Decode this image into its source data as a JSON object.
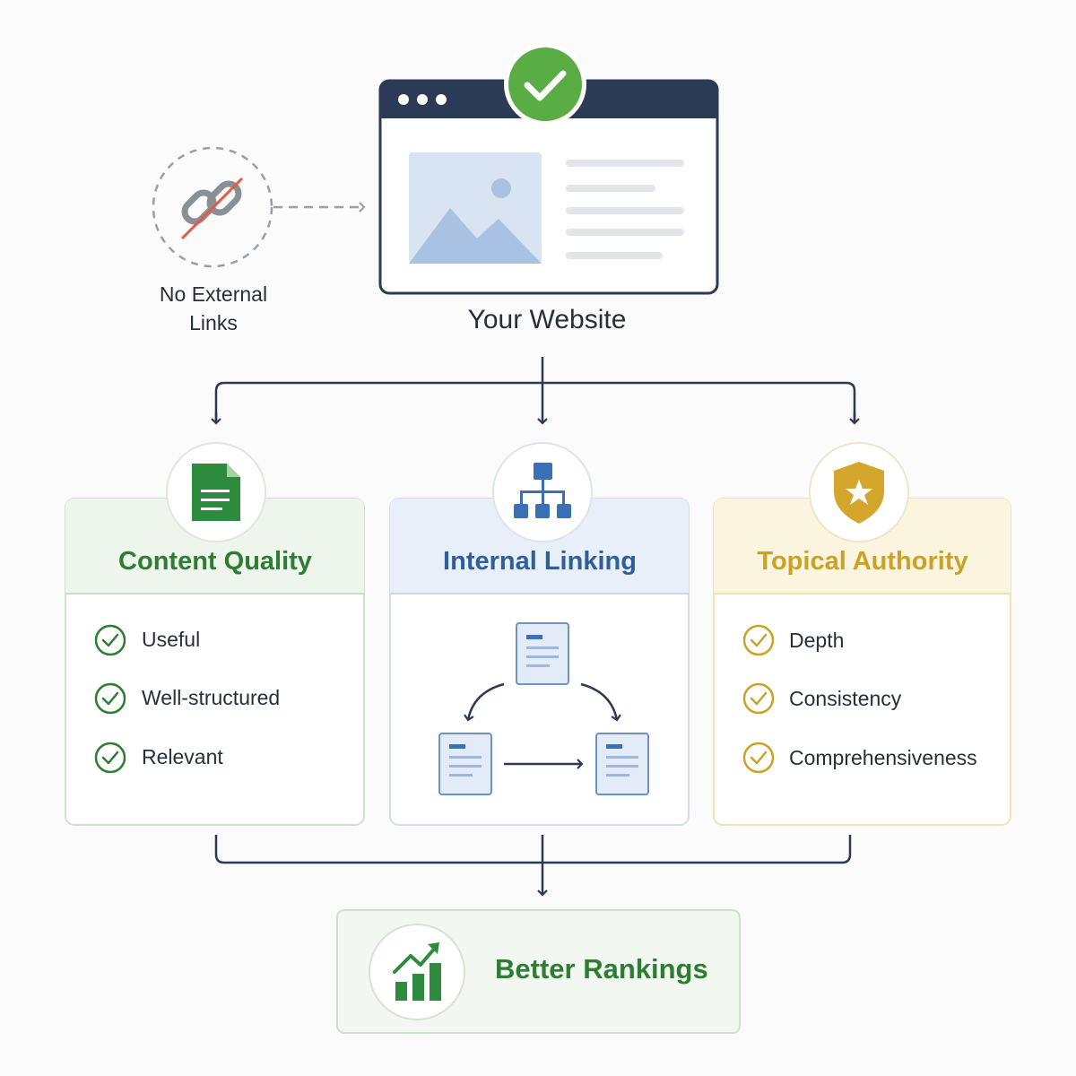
{
  "external": {
    "label_line1": "No External",
    "label_line2": "Links"
  },
  "website": {
    "title": "Your Website"
  },
  "cards": [
    {
      "title": "Content Quality",
      "items": [
        "Useful",
        "Well-structured",
        "Relevant"
      ],
      "icon": "document-icon",
      "accent": "#2e7d32"
    },
    {
      "title": "Internal Linking",
      "icon": "sitemap-icon",
      "accent": "#2d5f99"
    },
    {
      "title": "Topical Authority",
      "items": [
        "Depth",
        "Consistency",
        "Comprehensiveness"
      ],
      "icon": "shield-star-icon",
      "accent": "#c9a227"
    }
  ],
  "result": {
    "title": "Better Rankings",
    "icon": "growth-chart-icon"
  },
  "colors": {
    "green": "#2e7d32",
    "blue": "#2d5f99",
    "gold": "#c9a227",
    "navy": "#2b3a55"
  }
}
